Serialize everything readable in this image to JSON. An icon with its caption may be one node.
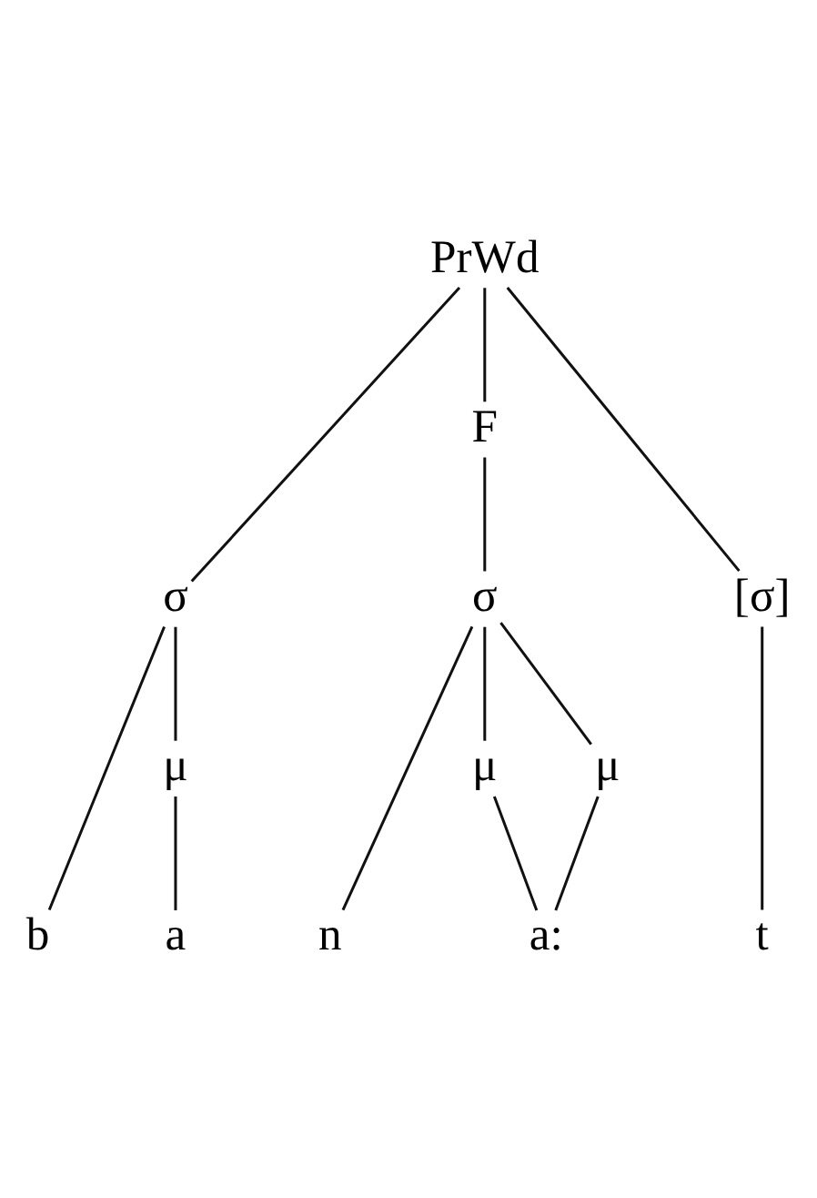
{
  "diagram": {
    "nodes": [
      {
        "text": [
          "PrWd"
        ]
      },
      {
        "text": [
          "F"
        ]
      },
      {
        "text": [
          "σ"
        ]
      },
      {
        "text": [
          "σ"
        ]
      },
      {
        "text": [
          "[σ]"
        ]
      },
      {
        "text": [
          "μ"
        ]
      },
      {
        "text": [
          "μ"
        ]
      },
      {
        "text": [
          "μ"
        ]
      },
      {
        "text": [
          "b"
        ]
      },
      {
        "text": [
          "a"
        ]
      },
      {
        "text": [
          "n"
        ]
      },
      {
        "text": [
          "a:"
        ]
      },
      {
        "text": [
          "t"
        ]
      }
    ],
    "edges": [
      {
        "from": 0,
        "to": 2,
        "arrow": "none"
      },
      {
        "from": 0,
        "to": 1,
        "arrow": "none"
      },
      {
        "from": 0,
        "to": 4,
        "arrow": "none"
      },
      {
        "from": 1,
        "to": 3,
        "arrow": "none"
      },
      {
        "from": 2,
        "to": 8,
        "arrow": "none"
      },
      {
        "from": 2,
        "to": 5,
        "arrow": "none"
      },
      {
        "from": 3,
        "to": 10,
        "arrow": "none"
      },
      {
        "from": 3,
        "to": 6,
        "arrow": "none"
      },
      {
        "from": 3,
        "to": 7,
        "arrow": "none"
      },
      {
        "from": 4,
        "to": 12,
        "arrow": "none"
      },
      {
        "from": 5,
        "to": 9,
        "arrow": "none"
      },
      {
        "from": 6,
        "to": 11,
        "arrow": "none"
      },
      {
        "from": 7,
        "to": 11,
        "arrow": "none"
      }
    ]
  }
}
